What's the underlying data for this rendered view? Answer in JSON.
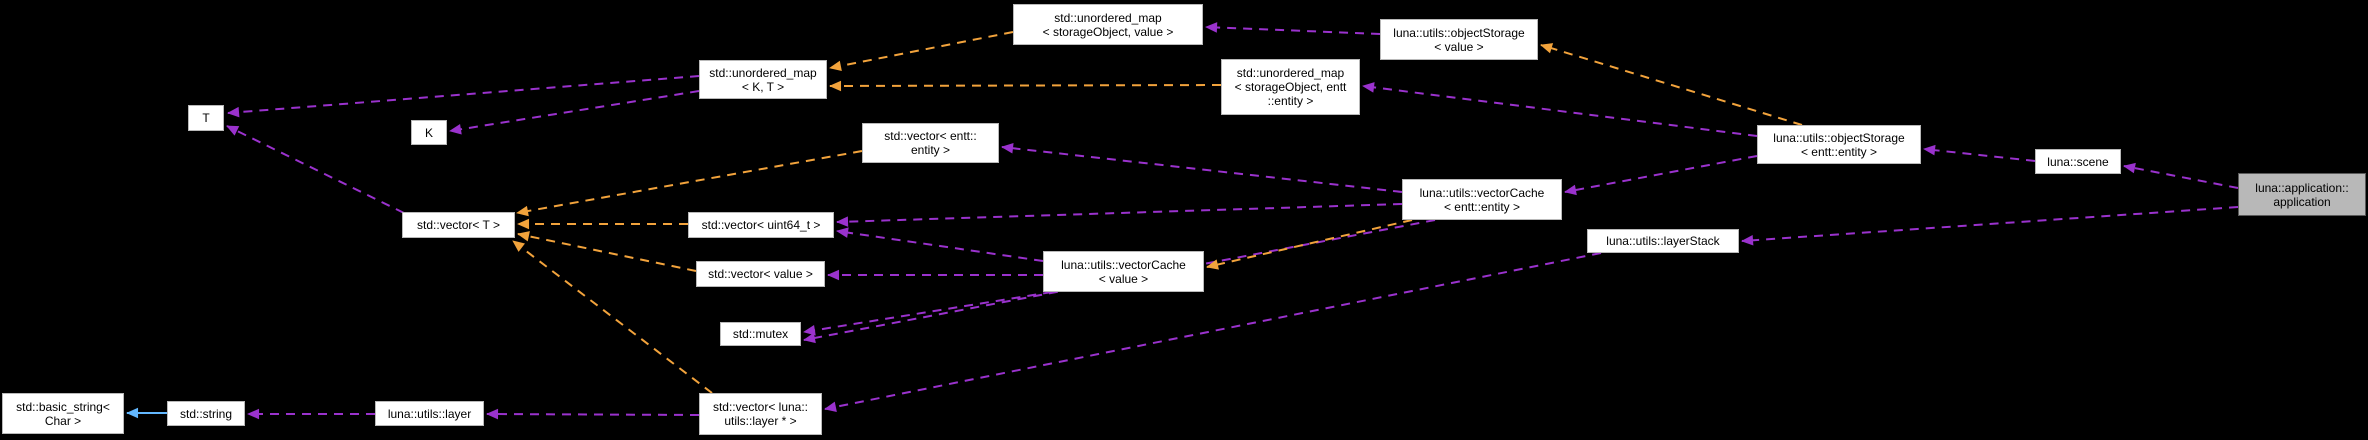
{
  "diagram": {
    "kind": "doxygen-collaboration-graph",
    "background": "#000000"
  },
  "colors": {
    "background": "#000000",
    "node_fill": "#ffffff",
    "node_border": "#b9b9b9",
    "selected_node_fill": "#b8b8b8",
    "selected_node_border": "#5a5a5a",
    "text": "#000000",
    "usage_edge": "#9a32cd",
    "template_edge": "#f2a33c",
    "inheritance_edge": "#63b8ff"
  },
  "nodes": {
    "t": {
      "label": "T"
    },
    "k": {
      "label": "K"
    },
    "umap_kt": {
      "label": "std::unordered_map\n< K, T >"
    },
    "umap_sv": {
      "label": "std::unordered_map\n< storageObject, value >"
    },
    "ostore_v": {
      "label": "luna::utils::objectStorage\n< value >"
    },
    "umap_se": {
      "label": "std::unordered_map\n< storageObject, entt\n::entity >"
    },
    "vec_entt": {
      "label": "std::vector< entt::\nentity >"
    },
    "ostore_e": {
      "label": "luna::utils::objectStorage\n< entt::entity >"
    },
    "scene": {
      "label": "luna::scene"
    },
    "app": {
      "label": "luna::application::\napplication",
      "selected": true
    },
    "vec_t": {
      "label": "std::vector< T >"
    },
    "vec_u64": {
      "label": "std::vector< uint64_t >"
    },
    "vcache_e": {
      "label": "luna::utils::vectorCache\n< entt::entity >"
    },
    "vcache_v": {
      "label": "luna::utils::vectorCache\n< value >"
    },
    "lstack": {
      "label": "luna::utils::layerStack"
    },
    "vec_val": {
      "label": "std::vector< value >"
    },
    "mutex": {
      "label": "std::mutex"
    },
    "bstring": {
      "label": "std::basic_string<\nChar >"
    },
    "sstring": {
      "label": "std::string"
    },
    "layer": {
      "label": "luna::utils::layer"
    },
    "vec_layer": {
      "label": "std::vector< luna::\nutils::layer * >"
    }
  },
  "edges": [
    {
      "from": "umap_kt",
      "to": "t",
      "type": "usage",
      "points": [
        [
          699,
          76
        ],
        [
          228,
          113
        ]
      ]
    },
    {
      "from": "umap_kt",
      "to": "k",
      "type": "usage",
      "points": [
        [
          699,
          91
        ],
        [
          450,
          131
        ]
      ]
    },
    {
      "from": "vec_t",
      "to": "t",
      "type": "usage",
      "points": [
        [
          404,
          213
        ],
        [
          227,
          126
        ]
      ]
    },
    {
      "from": "ostore_v",
      "to": "umap_sv",
      "type": "usage",
      "points": [
        [
          1380,
          34
        ],
        [
          1206,
          27
        ]
      ]
    },
    {
      "from": "ostore_e",
      "to": "umap_se",
      "type": "usage",
      "points": [
        [
          1757,
          136
        ],
        [
          1363,
          86
        ]
      ]
    },
    {
      "from": "ostore_e",
      "to": "vcache_e",
      "type": "usage",
      "points": [
        [
          1757,
          156
        ],
        [
          1565,
          192
        ]
      ]
    },
    {
      "from": "scene",
      "to": "ostore_e",
      "type": "usage",
      "points": [
        [
          2035,
          161
        ],
        [
          1924,
          149
        ]
      ]
    },
    {
      "from": "app",
      "to": "scene",
      "type": "usage",
      "points": [
        [
          2238,
          188
        ],
        [
          2124,
          166
        ]
      ]
    },
    {
      "from": "app",
      "to": "lstack",
      "type": "usage",
      "points": [
        [
          2238,
          207
        ],
        [
          1742,
          241
        ]
      ]
    },
    {
      "from": "vcache_e",
      "to": "vec_entt",
      "type": "usage",
      "points": [
        [
          1402,
          192
        ],
        [
          1002,
          147
        ]
      ]
    },
    {
      "from": "vcache_e",
      "to": "vec_u64",
      "type": "usage",
      "points": [
        [
          1402,
          204
        ],
        [
          837,
          222
        ]
      ]
    },
    {
      "from": "vcache_e",
      "to": "mutex",
      "type": "usage",
      "points": [
        [
          1435,
          220
        ],
        [
          804,
          340
        ]
      ]
    },
    {
      "from": "vcache_v",
      "to": "vec_u64",
      "type": "usage",
      "points": [
        [
          1043,
          261
        ],
        [
          837,
          231
        ]
      ]
    },
    {
      "from": "vcache_v",
      "to": "vec_val",
      "type": "usage",
      "points": [
        [
          1043,
          275
        ],
        [
          828,
          275
        ]
      ]
    },
    {
      "from": "vcache_v",
      "to": "mutex",
      "type": "usage",
      "points": [
        [
          1052,
          292
        ],
        [
          804,
          332
        ]
      ]
    },
    {
      "from": "lstack",
      "to": "vec_layer",
      "type": "usage",
      "points": [
        [
          1601,
          253
        ],
        [
          825,
          409
        ]
      ]
    },
    {
      "from": "vec_layer",
      "to": "layer",
      "type": "usage",
      "points": [
        [
          699,
          415
        ],
        [
          487,
          414
        ]
      ]
    },
    {
      "from": "layer",
      "to": "sstring",
      "type": "usage",
      "points": [
        [
          375,
          414
        ],
        [
          248,
          414
        ]
      ]
    },
    {
      "from": "umap_sv",
      "to": "umap_kt",
      "type": "template",
      "points": [
        [
          1013,
          32
        ],
        [
          830,
          68
        ]
      ]
    },
    {
      "from": "umap_se",
      "to": "umap_kt",
      "type": "template",
      "points": [
        [
          1221,
          85
        ],
        [
          830,
          86
        ]
      ]
    },
    {
      "from": "ostore_e",
      "to": "ostore_v",
      "type": "template",
      "points": [
        [
          1802,
          125
        ],
        [
          1541,
          45
        ]
      ]
    },
    {
      "from": "vcache_e",
      "to": "vcache_v",
      "type": "template",
      "points": [
        [
          1412,
          220
        ],
        [
          1207,
          267
        ]
      ]
    },
    {
      "from": "vec_u64",
      "to": "vec_t",
      "type": "template",
      "points": [
        [
          688,
          224
        ],
        [
          518,
          224
        ]
      ]
    },
    {
      "from": "vec_val",
      "to": "vec_t",
      "type": "template",
      "points": [
        [
          696,
          271
        ],
        [
          518,
          234
        ]
      ]
    },
    {
      "from": "vec_entt",
      "to": "vec_t",
      "type": "template",
      "points": [
        [
          862,
          151
        ],
        [
          517,
          213
        ]
      ]
    },
    {
      "from": "vec_layer",
      "to": "vec_t",
      "type": "template",
      "points": [
        [
          712,
          393
        ],
        [
          513,
          241
        ]
      ]
    },
    {
      "from": "sstring",
      "to": "bstring",
      "type": "inheritance",
      "points": [
        [
          167,
          413
        ],
        [
          127,
          413
        ]
      ]
    }
  ]
}
